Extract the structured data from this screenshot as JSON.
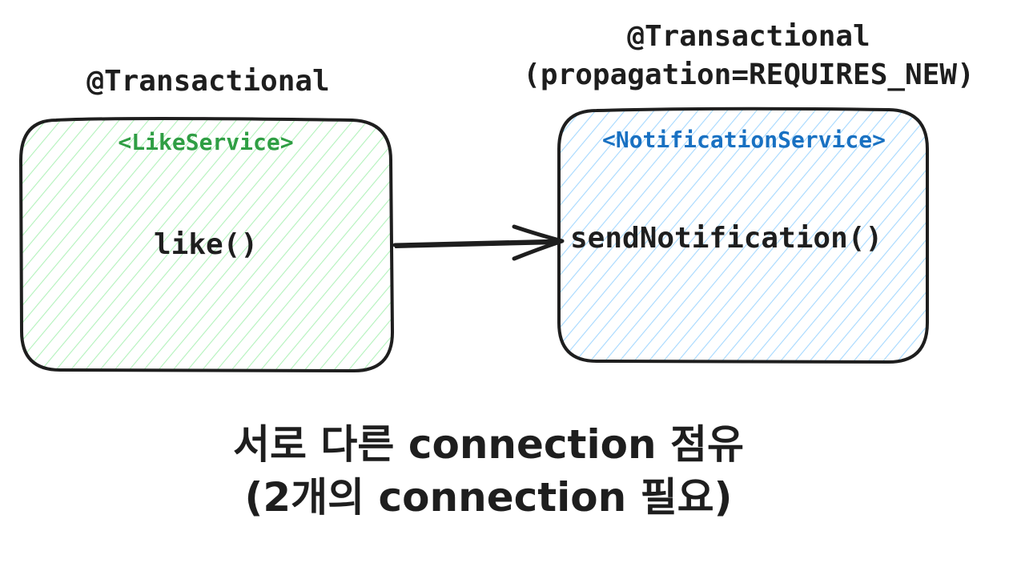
{
  "left_box": {
    "annotation": "@Transactional",
    "service_label": "<LikeService>",
    "method": "like()",
    "fill_color": "#b2f2bb",
    "label_color": "#2f9e44"
  },
  "right_box": {
    "annotation_line1": "@Transactional",
    "annotation_line2": "(propagation=REQUIRES_NEW)",
    "service_label": "<NotificationService>",
    "method": "sendNotification()",
    "fill_color": "#a5d8ff",
    "label_color": "#1971c2"
  },
  "caption": {
    "line1": "서로 다른 connection 점유",
    "line2": "(2개의 connection 필요)"
  },
  "colors": {
    "stroke": "#1e1e1e"
  }
}
